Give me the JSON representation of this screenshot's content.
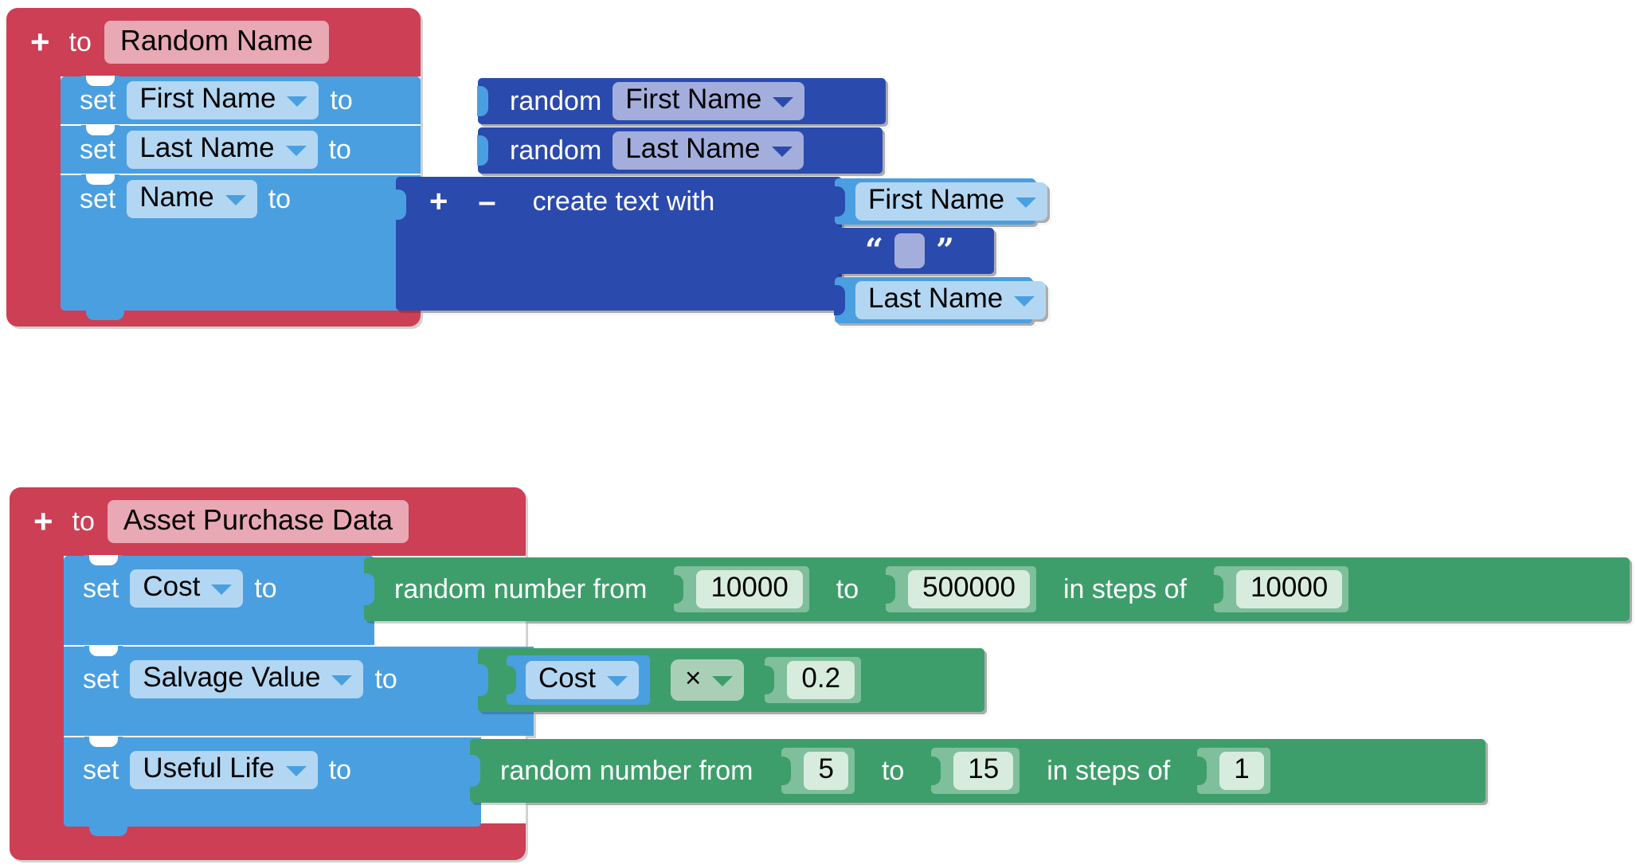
{
  "workspace": {
    "background": "#ffffff",
    "colors": {
      "function_red": "#cc3f54",
      "function_name_field": "#e8a8b4",
      "variable_blue": "#4a9fe0",
      "variable_field": "#b3d7f2",
      "text_blue": "#2b4aad",
      "text_field": "#a3aedd",
      "math_green": "#3e9e6b",
      "math_field": "#d7ecdd",
      "math_op_field": "#a9d0b7"
    },
    "blocks": [
      {
        "id": "fn-random-name",
        "type": "procedures_defnoreturn",
        "mutator_icon": "+",
        "keyword": "to",
        "name": "Random Name",
        "statements": [
          {
            "type": "variables_set",
            "set_label": "set",
            "variable": "First Name",
            "to_label": "to",
            "value": {
              "type": "random_item",
              "label": "random",
              "dropdown": "First Name"
            }
          },
          {
            "type": "variables_set",
            "set_label": "set",
            "variable": "Last Name",
            "to_label": "to",
            "value": {
              "type": "random_item",
              "label": "random",
              "dropdown": "Last Name"
            }
          },
          {
            "type": "variables_set",
            "set_label": "set",
            "variable": "Name",
            "to_label": "to",
            "value": {
              "type": "text_join",
              "mutator_plus": "+",
              "mutator_minus": "–",
              "label": "create text with",
              "items": [
                {
                  "type": "variables_get",
                  "variable": "First Name"
                },
                {
                  "type": "text",
                  "open_quote": "“",
                  "value": "",
                  "close_quote": "”"
                },
                {
                  "type": "variables_get",
                  "variable": "Last Name"
                }
              ]
            }
          }
        ]
      },
      {
        "id": "fn-asset-purchase-data",
        "type": "procedures_defnoreturn",
        "mutator_icon": "+",
        "keyword": "to",
        "name": "Asset Purchase Data",
        "statements": [
          {
            "type": "variables_set",
            "set_label": "set",
            "variable": "Cost",
            "to_label": "to",
            "value": {
              "type": "math_random_int_step",
              "from_label": "random number from",
              "from": "10000",
              "to_label": "to",
              "to": "500000",
              "step_label": "in steps of",
              "step": "10000"
            }
          },
          {
            "type": "variables_set",
            "set_label": "set",
            "variable": "Salvage Value",
            "to_label": "to",
            "value": {
              "type": "math_arithmetic",
              "left": {
                "type": "variables_get",
                "variable": "Cost"
              },
              "operator": "×",
              "right": {
                "type": "math_number",
                "value": "0.2"
              }
            }
          },
          {
            "type": "variables_set",
            "set_label": "set",
            "variable": "Useful Life",
            "to_label": "to",
            "value": {
              "type": "math_random_int_step",
              "from_label": "random number from",
              "from": "5",
              "to_label": "to",
              "to": "15",
              "step_label": "in steps of",
              "step": "1"
            }
          }
        ]
      }
    ]
  }
}
